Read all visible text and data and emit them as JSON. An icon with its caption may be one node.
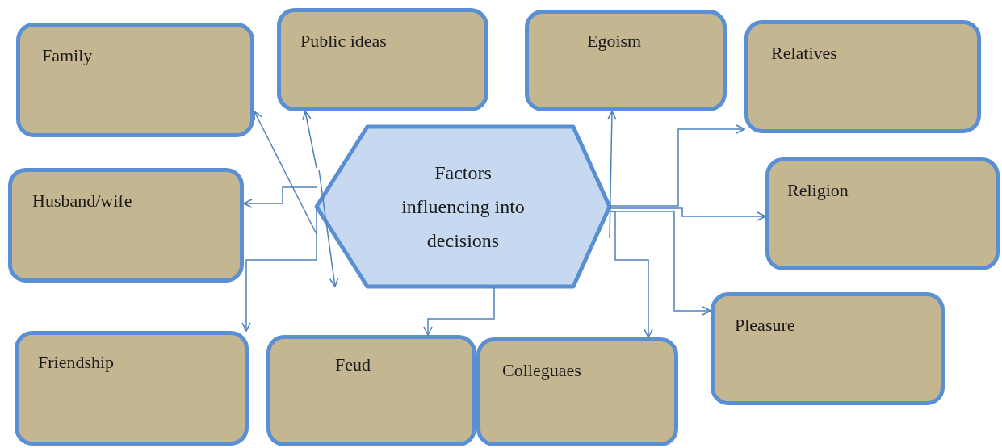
{
  "diagram": {
    "nodes": [
      {
        "text": [
          "Family"
        ]
      },
      {
        "text": [
          "Public ideas"
        ]
      },
      {
        "text": [
          "Egoism"
        ]
      },
      {
        "text": [
          "Relatives"
        ]
      },
      {
        "text": [
          "Husband/wife"
        ]
      },
      {
        "text": [
          "Factors influencing into decisions"
        ]
      },
      {
        "text": [
          "Religion"
        ]
      },
      {
        "text": [
          "Pleasure"
        ]
      },
      {
        "text": [
          "Friendship"
        ]
      },
      {
        "text": [
          "Feud"
        ]
      },
      {
        "text": [
          "Colleguaes"
        ]
      }
    ],
    "edges": [
      {
        "from": 5,
        "to": 0,
        "arrow": "to"
      },
      {
        "from": 5,
        "to": 1,
        "arrow": "to"
      },
      {
        "from": 5,
        "to": 2,
        "arrow": "to"
      },
      {
        "from": 5,
        "to": 3,
        "arrow": "to"
      },
      {
        "from": 5,
        "to": 4,
        "arrow": "to"
      },
      {
        "from": 5,
        "to": 6,
        "arrow": "to"
      },
      {
        "from": 5,
        "to": 7,
        "arrow": "to"
      },
      {
        "from": 5,
        "to": 8,
        "arrow": "to"
      },
      {
        "from": 5,
        "to": 9,
        "arrow": "to"
      },
      {
        "from": 5,
        "to": 10,
        "arrow": "to"
      },
      {
        "from": null,
        "to": 5,
        "arrow": "to"
      }
    ]
  }
}
